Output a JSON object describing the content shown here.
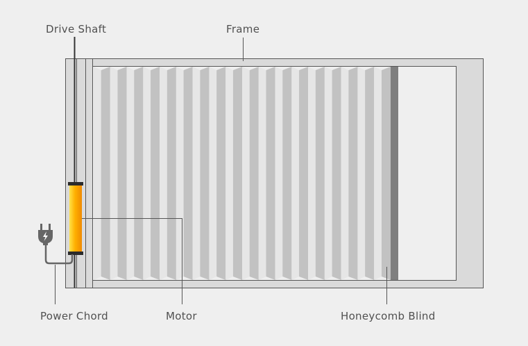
{
  "labels": {
    "drive_shaft": "Drive Shaft",
    "frame": "Frame",
    "power_cord": "Power Chord",
    "motor": "Motor",
    "honeycomb_blind": "Honeycomb Blind"
  },
  "icons": {
    "plug": "power-plug-icon"
  },
  "colors": {
    "background": "#efefef",
    "frame_fill": "#dadada",
    "frame_stroke": "#555555",
    "pleat_light": "#e6e6e6",
    "pleat_dark": "#c2c2c2",
    "blind_edge": "#7f7f7f",
    "motor_gradient": [
      "#ffe14a",
      "#ffb000",
      "#f08a00"
    ],
    "motor_cap": "#2b2b2b",
    "leader_line": "#555555",
    "plug": "#666666"
  },
  "blind": {
    "pleat_count": 18
  }
}
